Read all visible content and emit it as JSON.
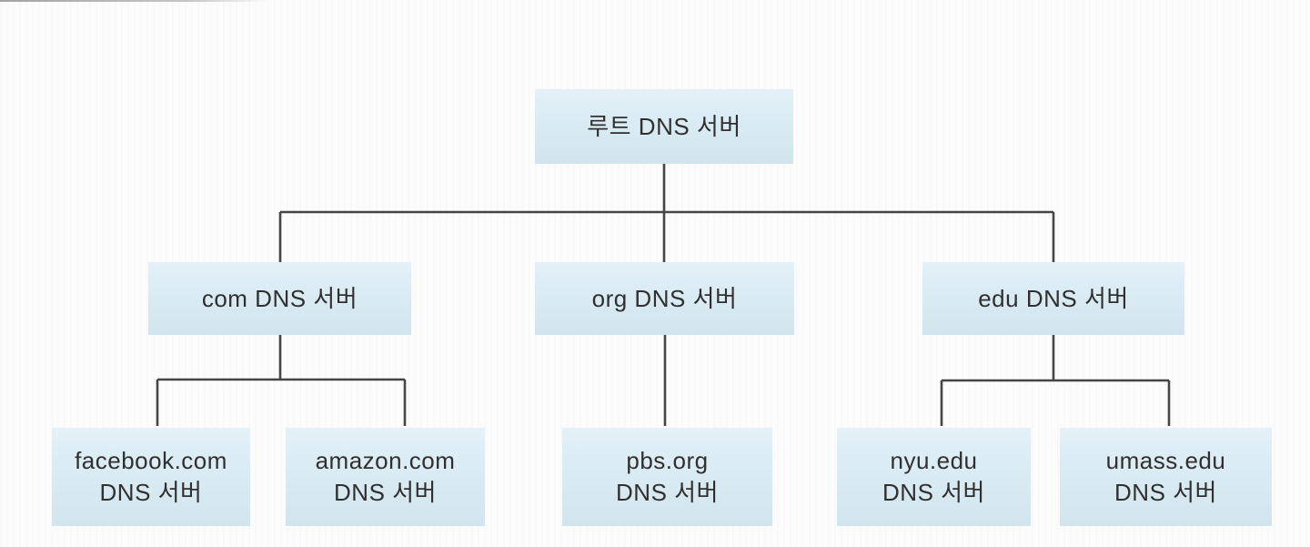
{
  "colors": {
    "background": "#fcfcfc",
    "box_fill": "#dcedf5",
    "line": "#454545",
    "text": "#303030"
  },
  "diagram_type": "dns-server-hierarchy-tree",
  "nodes": {
    "root": {
      "line1": "루트 DNS 서버"
    },
    "com": {
      "line1": "com DNS 서버"
    },
    "org": {
      "line1": "org DNS 서버"
    },
    "edu": {
      "line1": "edu DNS 서버"
    },
    "facebook": {
      "line1": "facebook.com",
      "line2": "DNS 서버"
    },
    "amazon": {
      "line1": "amazon.com",
      "line2": "DNS 서버"
    },
    "pbs": {
      "line1": "pbs.org",
      "line2": "DNS 서버"
    },
    "nyu": {
      "line1": "nyu.edu",
      "line2": "DNS 서버"
    },
    "umass": {
      "line1": "umass.edu",
      "line2": "DNS 서버"
    }
  },
  "edges": [
    {
      "from": "root",
      "to": "com"
    },
    {
      "from": "root",
      "to": "org"
    },
    {
      "from": "root",
      "to": "edu"
    },
    {
      "from": "com",
      "to": "facebook"
    },
    {
      "from": "com",
      "to": "amazon"
    },
    {
      "from": "org",
      "to": "pbs"
    },
    {
      "from": "edu",
      "to": "nyu"
    },
    {
      "from": "edu",
      "to": "umass"
    }
  ]
}
